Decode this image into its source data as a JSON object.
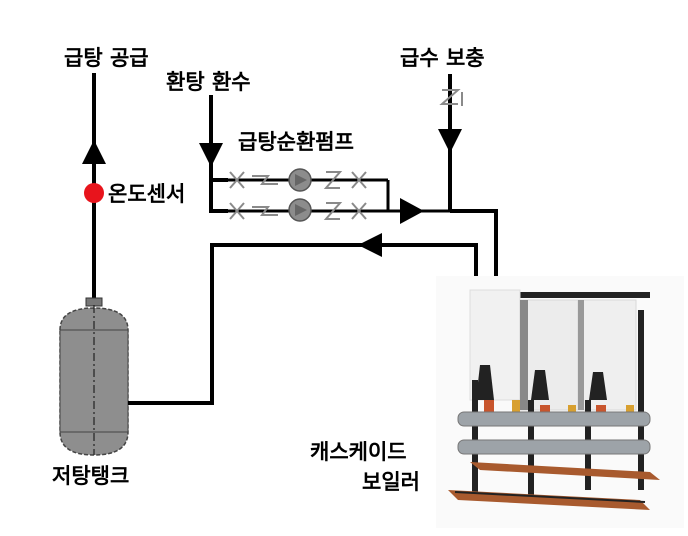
{
  "labels": {
    "hot_supply": "급탕 공급",
    "hot_return": "환탕 환수",
    "circ_pump": "급탕순환펌프",
    "makeup_water": "급수 보충",
    "temp_sensor": "온도센서",
    "storage_tank": "저탕탱크",
    "cascade_boiler_line1": "캐스케이드",
    "cascade_boiler_line2": "보일러"
  },
  "colors": {
    "pipe": "#000000",
    "sensor": "#e8141c",
    "tank_fill": "#8e8e8e",
    "valve": "#8a8a8a",
    "pump_fill": "#8c8c8c",
    "boiler_body": "#f1f1f1",
    "boiler_base": "#a85a2e",
    "manifold": "#9da3a8"
  }
}
